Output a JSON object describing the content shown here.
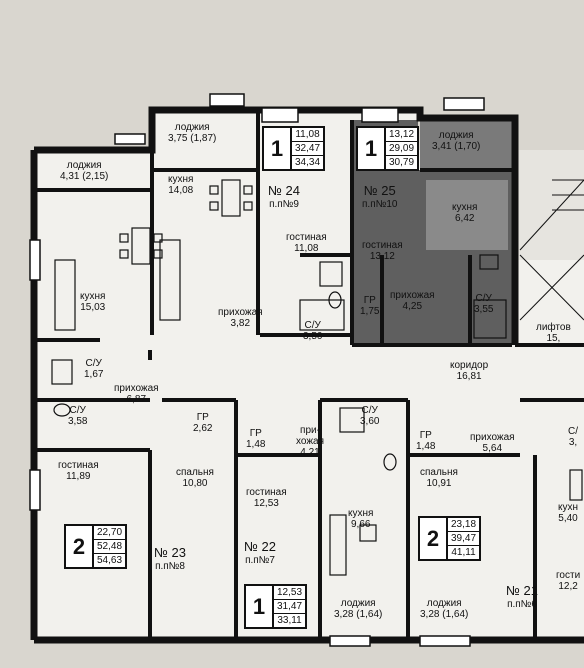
{
  "apartments": [
    {
      "id": "a24",
      "number": "№ 24",
      "plan": "п.п№9",
      "rooms": "1",
      "areas": [
        "11,08",
        "32,47",
        "34,34"
      ],
      "highlight": false
    },
    {
      "id": "a25",
      "number": "№ 25",
      "plan": "п.п№10",
      "rooms": "1",
      "areas": [
        "13,12",
        "29,09",
        "30,79"
      ],
      "highlight": true
    },
    {
      "id": "a23",
      "number": "№ 23",
      "plan": "п.п№8",
      "rooms": "2",
      "areas": [
        "22,70",
        "52,48",
        "54,63"
      ],
      "highlight": false
    },
    {
      "id": "a22",
      "number": "№ 22",
      "plan": "п.п№7",
      "rooms": "1",
      "areas": [
        "12,53",
        "31,47",
        "33,11"
      ],
      "highlight": false
    },
    {
      "id": "a21",
      "number": "№ 21",
      "plan": "п.п№6",
      "rooms": "2",
      "areas": [
        "23,18",
        "39,47",
        "41,11"
      ],
      "highlight": false
    }
  ],
  "rooms": {
    "loggia_a": {
      "name": "лоджия",
      "area": "4,31 (2,15)"
    },
    "loggia_b": {
      "name": "лоджия",
      "area": "3,75 (1,87)"
    },
    "loggia_c": {
      "name": "лоджия",
      "area": "3,41 (1,70)"
    },
    "kitchen_a": {
      "name": "кухня",
      "area": "14,08"
    },
    "kitchen_b": {
      "name": "кухня",
      "area": "15,03"
    },
    "kitchen_c": {
      "name": "кухня",
      "area": "6,42"
    },
    "living_a": {
      "name": "гостиная",
      "area": "11,08"
    },
    "living_b": {
      "name": "гостиная",
      "area": "13,12"
    },
    "hall_a": {
      "name": "прихожая",
      "area": "3,82"
    },
    "bath_a": {
      "name": "С/У",
      "area": "3,50"
    },
    "gr_a": {
      "name": "ГР",
      "area": "1,75"
    },
    "hall_b": {
      "name": "прихожая",
      "area": "4,25"
    },
    "bath_b": {
      "name": "С/У",
      "area": "3,55"
    },
    "lift": {
      "name": "лифтов",
      "area": "15,"
    },
    "corridor": {
      "name": "коридор",
      "area": "16,81"
    },
    "bath_c": {
      "name": "С/У",
      "area": "1,67"
    },
    "hall_c": {
      "name": "прихожая",
      "area": "6,87"
    },
    "bath_d": {
      "name": "С/У",
      "area": "3,58"
    },
    "gr_b": {
      "name": "ГР",
      "area": "2,62"
    },
    "living_c": {
      "name": "гостиная",
      "area": "11,89"
    },
    "bedroom_a": {
      "name": "спальня",
      "area": "10,80"
    },
    "gr_c": {
      "name": "ГР",
      "area": "1,48"
    },
    "hall_d": {
      "name": "при-\nхожая",
      "area": "4,21"
    },
    "bath_e": {
      "name": "С/У",
      "area": "3,60"
    },
    "gr_d": {
      "name": "ГР",
      "area": "1,48"
    },
    "hall_e": {
      "name": "прихожая",
      "area": "5,64"
    },
    "bath_f": {
      "name": "С/",
      "area": "3,"
    },
    "living_d": {
      "name": "гостиная",
      "area": "12,53"
    },
    "kitchen_d": {
      "name": "кухня",
      "area": "9,66"
    },
    "bedroom_b": {
      "name": "спальня",
      "area": "10,91"
    },
    "kitchen_e": {
      "name": "кухн",
      "area": "5,40"
    },
    "living_e": {
      "name": "гости",
      "area": "12,2"
    },
    "loggia_d": {
      "name": "лоджия",
      "area": "3,28 (1,64)"
    },
    "loggia_e": {
      "name": "лоджия",
      "area": "3,28 (1,64)"
    }
  },
  "colors": {
    "wall": "#111111",
    "paper": "#d9d6cf",
    "floor": "#f2f1ed",
    "highlight": "#5f5f5f",
    "highlight_light": "#8a8a8a"
  }
}
